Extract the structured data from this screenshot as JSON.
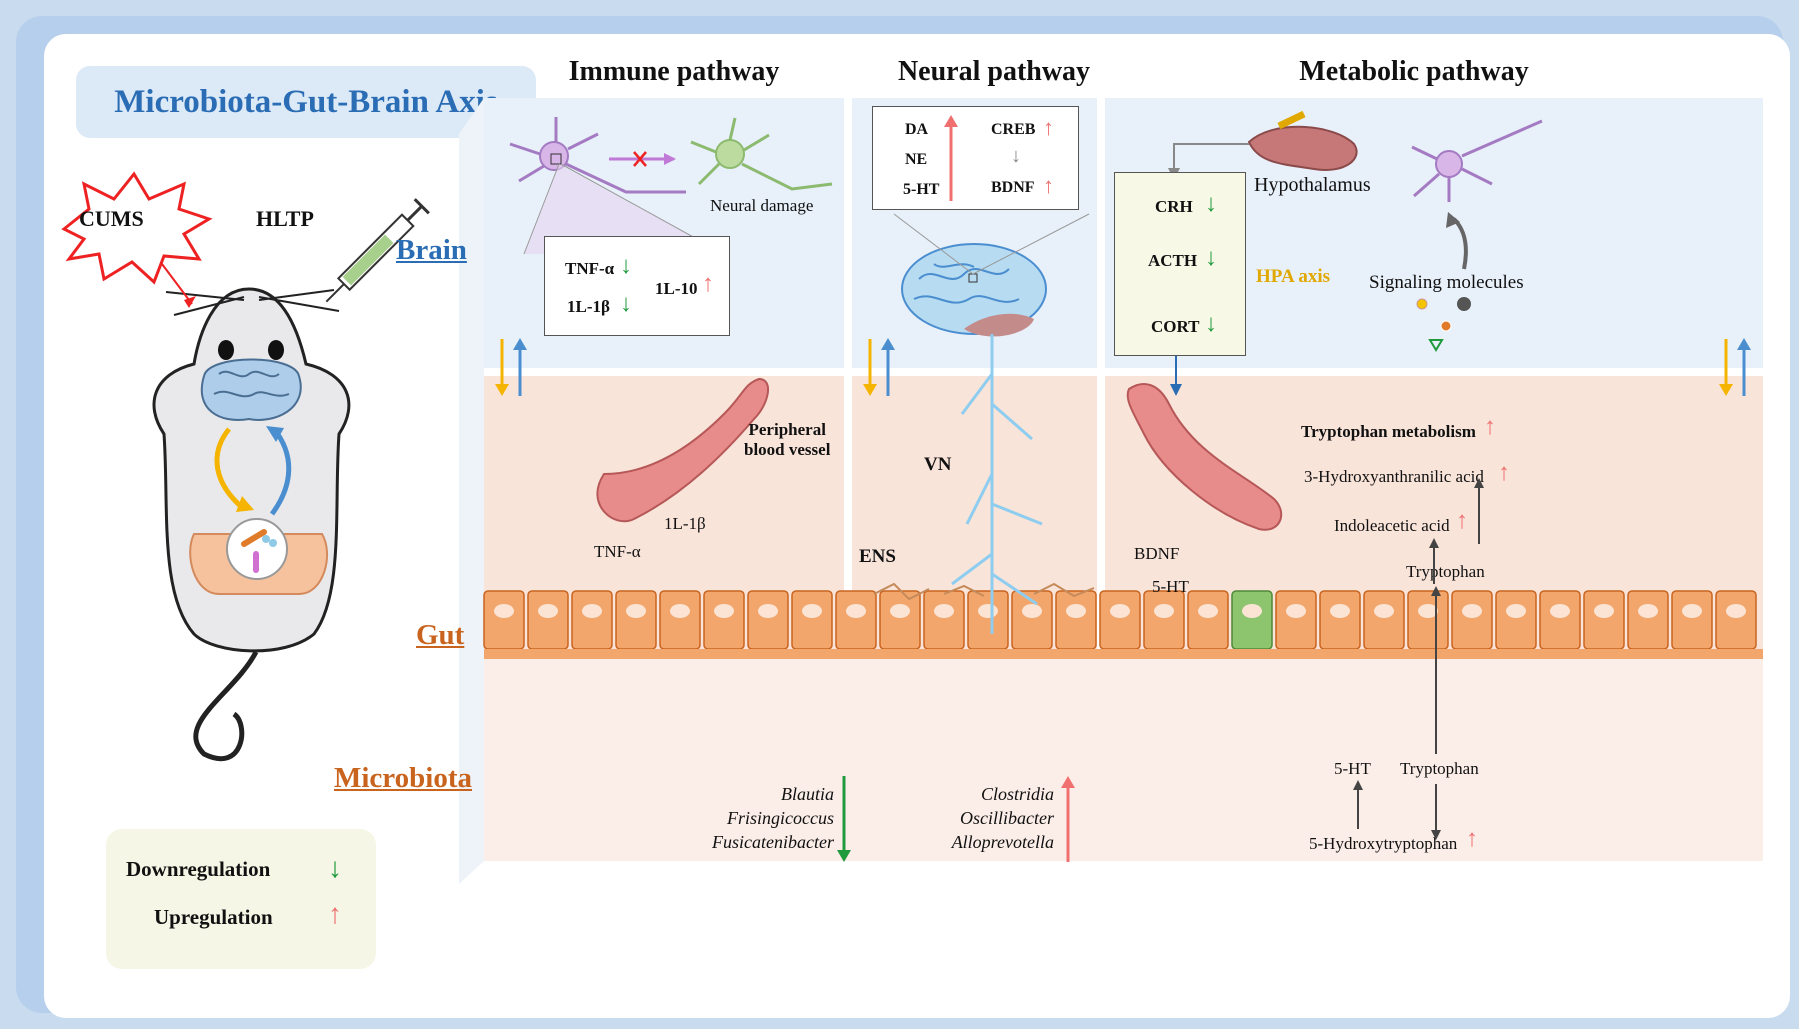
{
  "title": "Microbiota-Gut-Brain Axis",
  "columns": {
    "immune": "Immune pathway",
    "neural": "Neural pathway",
    "metabolic": "Metabolic pathway"
  },
  "sections": {
    "brain": "Brain",
    "gut": "Gut",
    "microbiota": "Microbiota"
  },
  "mouse": {
    "stress": "CUMS",
    "treatment": "HLTP"
  },
  "legend": {
    "down": "Downregulation",
    "up": "Upregulation"
  },
  "immune": {
    "neural_damage": "Neural damage",
    "cytokines_down": [
      "TNF-α",
      "1L-1β"
    ],
    "cytokine_up": "1L-10",
    "vessel": "Peripheral",
    "vessel2": "blood vessel",
    "il1b": "1L-1β",
    "tnfa": "TNF-α",
    "bacteria": [
      "Blautia",
      "Frisingicoccus",
      "Fusicatenibacter"
    ]
  },
  "neural": {
    "left": [
      "DA",
      "NE",
      "5-HT"
    ],
    "creb": "CREB",
    "bdnf": "BDNF",
    "vn": "VN",
    "ens": "ENS",
    "bacteria": [
      "Clostridia",
      "Oscillibacter",
      "Alloprevotella"
    ]
  },
  "metabolic": {
    "hypothalamus": "Hypothalamus",
    "hpa": [
      "CRH",
      "ACTH",
      "CORT"
    ],
    "hpa_label": "HPA axis",
    "signaling": "Signaling molecules",
    "tryp_met": "Tryptophan metabolism",
    "hydroxy": "3-Hydroxyanthranilic acid",
    "indole": "Indoleacetic acid",
    "tryptophan": "Tryptophan",
    "bdnf": "BDNF",
    "fiveht": "5-HT",
    "fiveht2": "5-HT",
    "tryptophan2": "Tryptophan",
    "fhtp": "5-Hydroxytryptophan"
  },
  "colors": {
    "up": "#f07070",
    "down": "#1f9a3c",
    "brain": "#2a6db5",
    "gut": "#c9641e",
    "hpa": "#e0a800"
  }
}
